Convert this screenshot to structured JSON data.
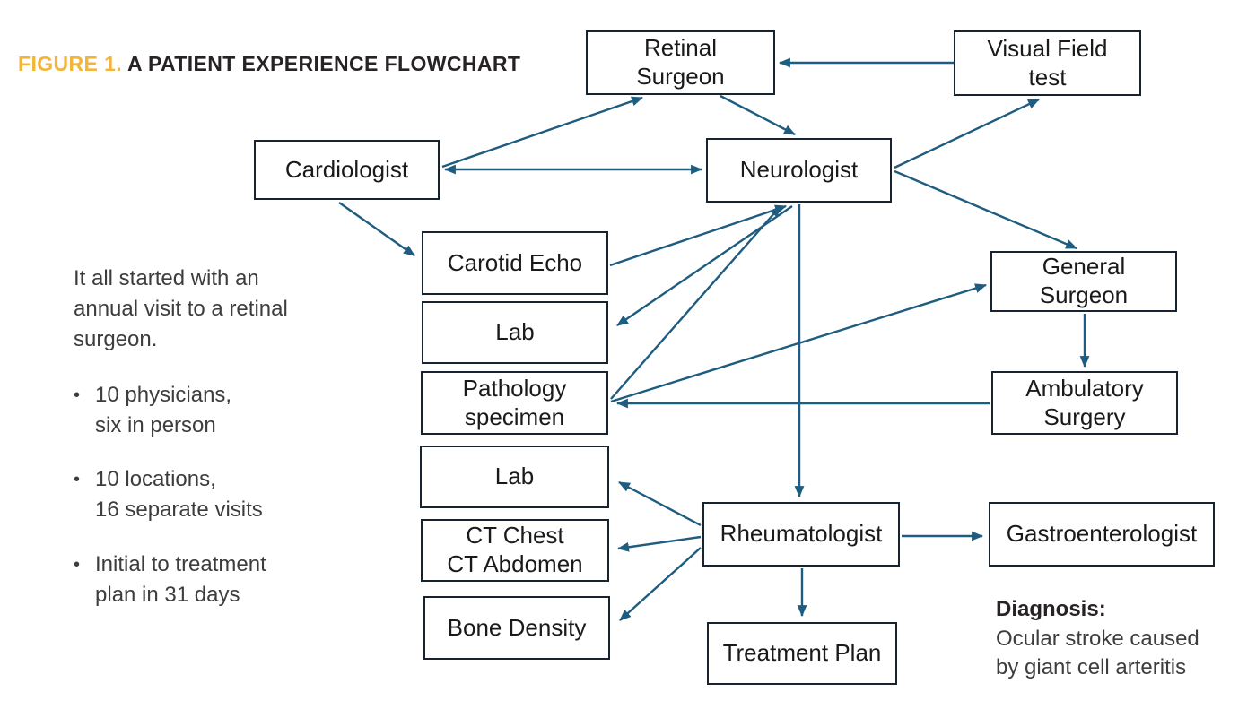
{
  "figure": {
    "label": "FIGURE 1.",
    "title": "A PATIENT EXPERIENCE FLOWCHART"
  },
  "sidebar": {
    "intro": "It all started with an\nannual visit to a retinal\nsurgeon.",
    "bullets": [
      "10 physicians,\nsix in person",
      "10 locations,\n16 separate visits",
      "Initial to treatment\nplan in 31 days"
    ]
  },
  "diagnosis": {
    "heading": "Diagnosis:",
    "text": "Ocular stroke caused\nby giant cell arteritis"
  },
  "nodes": [
    {
      "id": "retinal-surgeon",
      "label": "Retinal\nSurgeon"
    },
    {
      "id": "visual-field-test",
      "label": "Visual Field\ntest"
    },
    {
      "id": "cardiologist",
      "label": "Cardiologist"
    },
    {
      "id": "neurologist",
      "label": "Neurologist"
    },
    {
      "id": "carotid-echo",
      "label": "Carotid Echo"
    },
    {
      "id": "lab-1",
      "label": "Lab"
    },
    {
      "id": "pathology-specimen",
      "label": "Pathology\nspecimen"
    },
    {
      "id": "lab-2",
      "label": "Lab"
    },
    {
      "id": "ct-chest-abdomen",
      "label": "CT Chest\nCT Abdomen"
    },
    {
      "id": "bone-density",
      "label": "Bone Density"
    },
    {
      "id": "general-surgeon",
      "label": "General\nSurgeon"
    },
    {
      "id": "ambulatory-surgery",
      "label": "Ambulatory\nSurgery"
    },
    {
      "id": "rheumatologist",
      "label": "Rheumatologist"
    },
    {
      "id": "gastroenterologist",
      "label": "Gastroenterologist"
    },
    {
      "id": "treatment-plan",
      "label": "Treatment Plan"
    }
  ],
  "edges": [
    {
      "from": "visual-field-test",
      "to": "retinal-surgeon",
      "bidirectional": false
    },
    {
      "from": "retinal-surgeon",
      "to": "neurologist",
      "bidirectional": false
    },
    {
      "from": "cardiologist",
      "to": "retinal-surgeon",
      "bidirectional": false
    },
    {
      "from": "cardiologist",
      "to": "neurologist",
      "bidirectional": true
    },
    {
      "from": "cardiologist",
      "to": "carotid-echo",
      "bidirectional": false
    },
    {
      "from": "neurologist",
      "to": "visual-field-test",
      "bidirectional": false
    },
    {
      "from": "neurologist",
      "to": "general-surgeon",
      "bidirectional": false
    },
    {
      "from": "carotid-echo",
      "to": "neurologist",
      "bidirectional": false
    },
    {
      "from": "neurologist",
      "to": "lab-1",
      "bidirectional": false
    },
    {
      "from": "pathology-specimen",
      "to": "neurologist",
      "bidirectional": false
    },
    {
      "from": "pathology-specimen",
      "to": "general-surgeon",
      "bidirectional": false
    },
    {
      "from": "ambulatory-surgery",
      "to": "pathology-specimen",
      "bidirectional": false
    },
    {
      "from": "general-surgeon",
      "to": "ambulatory-surgery",
      "bidirectional": false
    },
    {
      "from": "neurologist",
      "to": "rheumatologist",
      "bidirectional": false
    },
    {
      "from": "rheumatologist",
      "to": "lab-2",
      "bidirectional": false
    },
    {
      "from": "rheumatologist",
      "to": "ct-chest-abdomen",
      "bidirectional": false
    },
    {
      "from": "rheumatologist",
      "to": "bone-density",
      "bidirectional": false
    },
    {
      "from": "rheumatologist",
      "to": "gastroenterologist",
      "bidirectional": false
    },
    {
      "from": "rheumatologist",
      "to": "treatment-plan",
      "bidirectional": false
    }
  ],
  "colors": {
    "arrow": "#1E5C80",
    "box_border": "#17232E",
    "accent": "#F2B538",
    "heading_text": "#272324",
    "body_text": "#3D3D3D",
    "node_text": "#1A1A1A",
    "background": "#FFFFFF"
  }
}
